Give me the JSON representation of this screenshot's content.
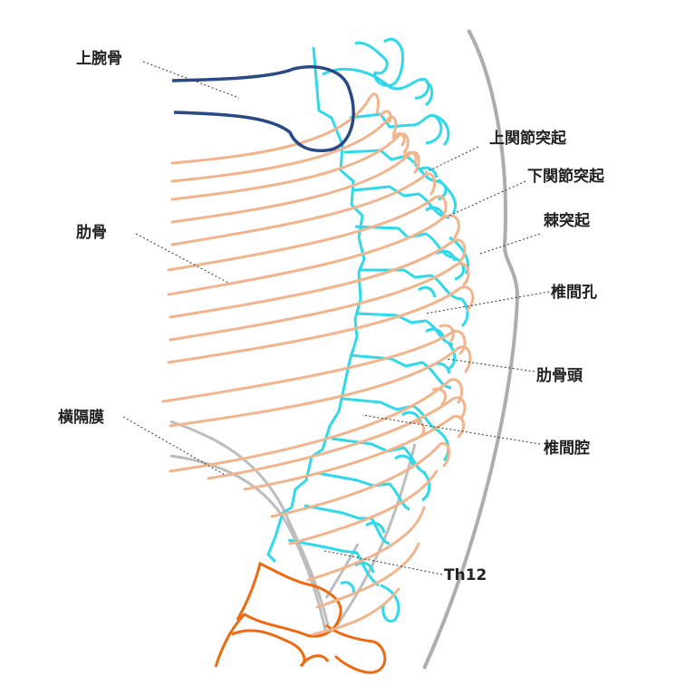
{
  "labels": {
    "humerus": "上腕骨",
    "superior_articular_process": "上関節突起",
    "inferior_articular_process": "下関節突起",
    "spinous_process": "棘突起",
    "rib": "肋骨",
    "intervertebral_foramen": "椎間孔",
    "rib_head": "肋骨頭",
    "diaphragm": "横隔膜",
    "intervertebral_space": "椎間腔",
    "th12": "Th12"
  },
  "colors": {
    "vertebra": "#2fd9ea",
    "rib": "#f1b48c",
    "humerus": "#2a4a85",
    "diaphragm": "#bdbdbd",
    "lumbar": "#ee6a12",
    "body_outline": "#adadad",
    "text": "#222222"
  }
}
